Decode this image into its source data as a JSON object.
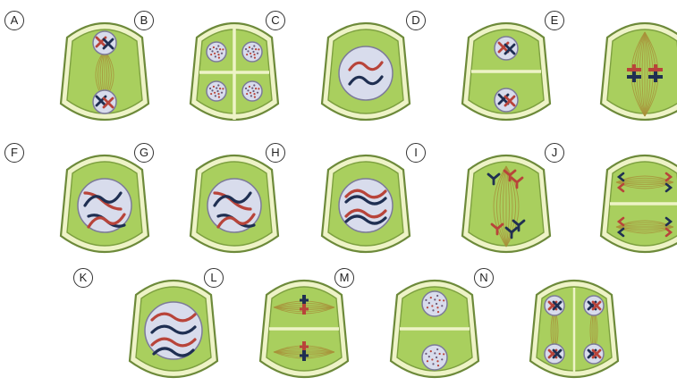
{
  "cells": [
    {
      "label": "A",
      "stage": "plant-telophase-i"
    },
    {
      "label": "B",
      "stage": "tetrad-four-nuclei"
    },
    {
      "label": "C",
      "stage": "prophase-single-nucleus"
    },
    {
      "label": "D",
      "stage": "two-cells-each-nucleus"
    },
    {
      "label": "E",
      "stage": "metaphase-i-spindle"
    },
    {
      "label": "F",
      "stage": "prophase-crossing-chromosomes"
    },
    {
      "label": "G",
      "stage": "prophase-crossing-chromosomes"
    },
    {
      "label": "H",
      "stage": "prophase-paired-chromosomes"
    },
    {
      "label": "I",
      "stage": "anaphase-i"
    },
    {
      "label": "J",
      "stage": "anaphase-ii-two-cells"
    },
    {
      "label": "K",
      "stage": "early-prophase-threads"
    },
    {
      "label": "L",
      "stage": "metaphase-ii-two-cells"
    },
    {
      "label": "M",
      "stage": "two-cells-interphase-nuclei"
    },
    {
      "label": "N",
      "stage": "telophase-ii-four-nuclei"
    }
  ],
  "colors": {
    "cell_fill": "#a9cf5e",
    "cell_wall": "#eef3c7",
    "cell_outline": "#6d8a3a",
    "nucleus": "#d8dcec",
    "chromosome_red": "#b8443a",
    "chromosome_blue": "#1f2f52",
    "spindle": "#a8913a"
  }
}
